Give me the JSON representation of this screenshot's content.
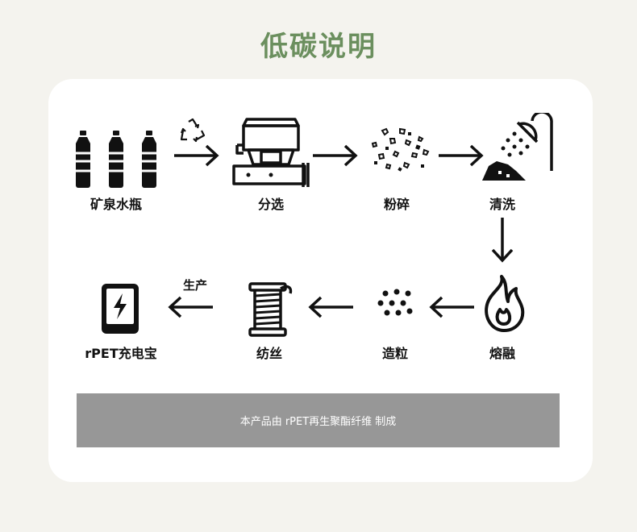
{
  "title": "低碳说明",
  "steps": [
    {
      "label": "矿泉水瓶",
      "icon": "bottles-icon"
    },
    {
      "label": "分选",
      "icon": "sorting-machine-icon"
    },
    {
      "label": "粉碎",
      "icon": "crushed-flakes-icon"
    },
    {
      "label": "清洗",
      "icon": "shower-wash-icon"
    },
    {
      "label": "熔融",
      "icon": "flame-icon"
    },
    {
      "label": "造粒",
      "icon": "pellets-icon"
    },
    {
      "label": "纺丝",
      "icon": "thread-spool-icon"
    },
    {
      "label": "rPET充电宝",
      "icon": "power-bank-icon"
    }
  ],
  "arrow_label_production": "生产",
  "recycle_icon": "recycle-icon",
  "banner_text": "本产品由  rPET再生聚酯纤维 制成",
  "colors": {
    "background": "#f4f3ee",
    "title": "#6b8f5e",
    "card": "#ffffff",
    "banner": "#979797",
    "ink": "#111111"
  }
}
